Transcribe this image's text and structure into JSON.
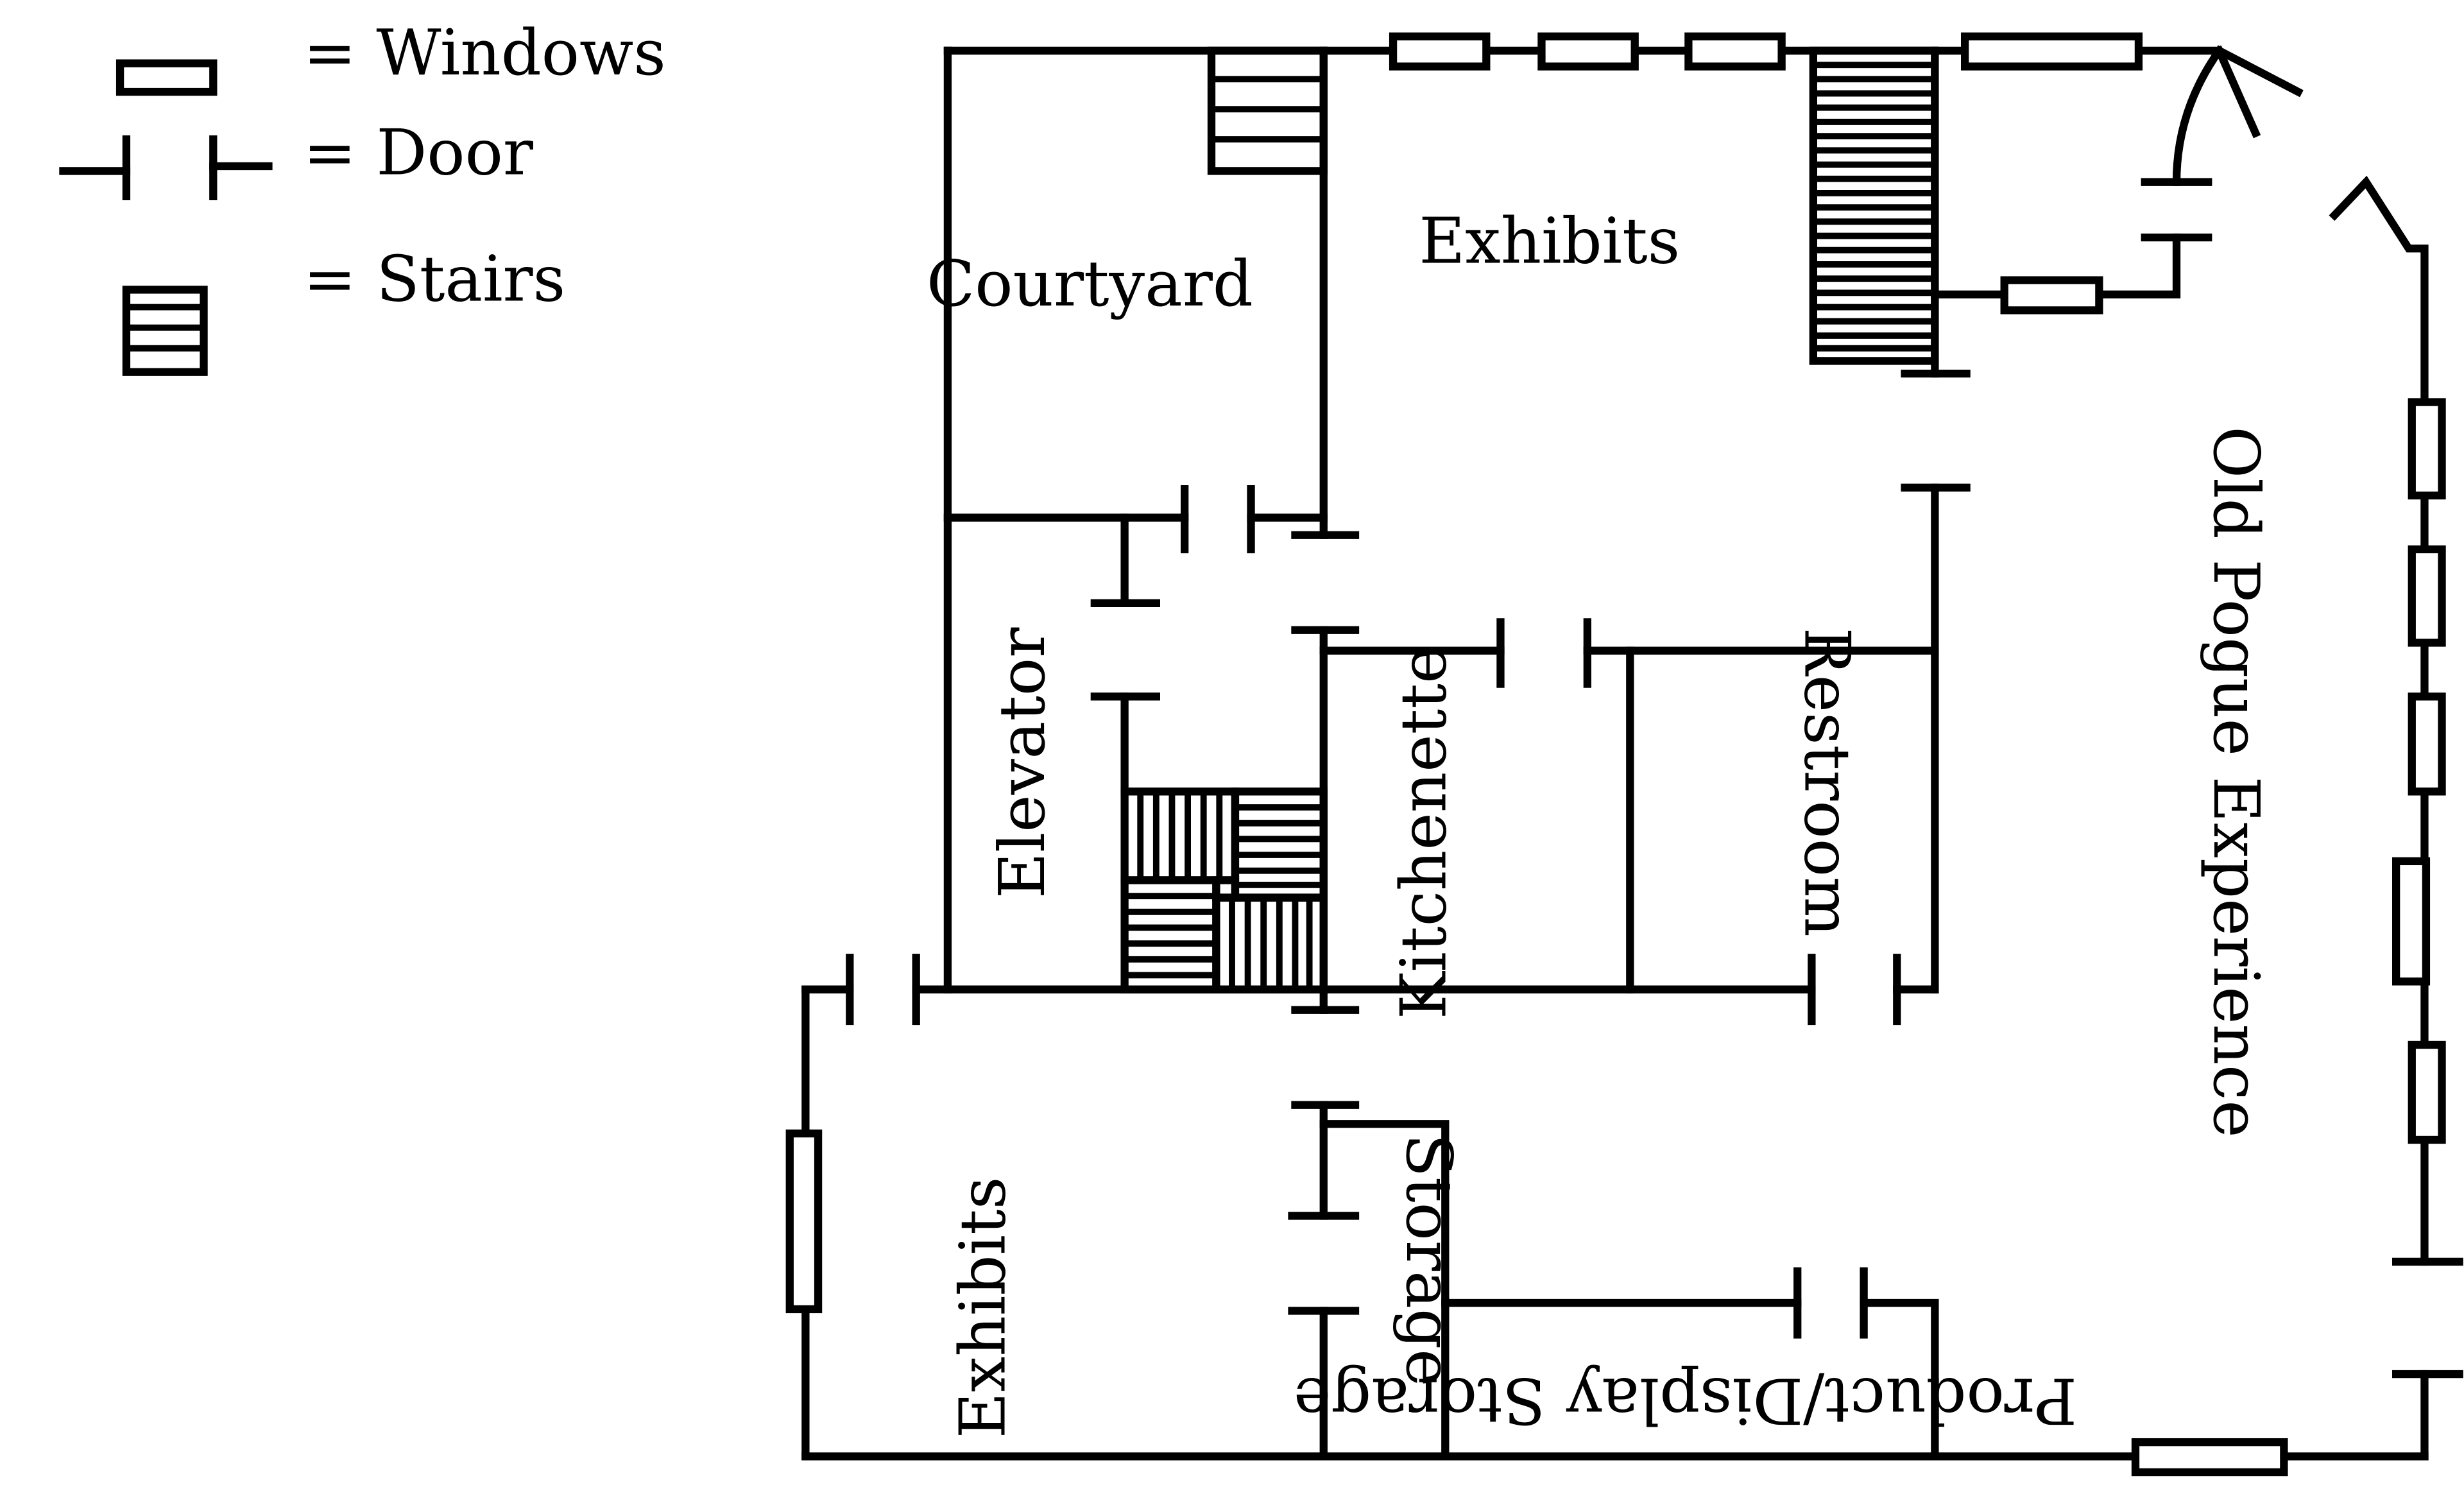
{
  "legend": {
    "windows_label": "=  Windows",
    "door_label": "=  Door",
    "stairs_label": "=  Stairs"
  },
  "rooms": {
    "courtyard": "Courtyard",
    "exhibits_upper": "Exhibits",
    "elevator": "Elevator",
    "kitchenette": "Kitchenette",
    "restroom": "Restroom",
    "old_pogue_experience": "Old Pogue Experience",
    "exhibits_lower": "Exhibits",
    "storage": "Storage",
    "product_display_storage": "Product/Display Storage"
  }
}
